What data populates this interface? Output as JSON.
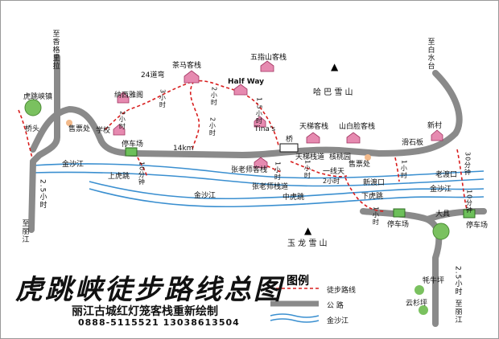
{
  "title": "虎跳峡徒步路线总图",
  "credit": "丽江古城红灯笼客栈重新绘制",
  "phones": "0888-5115521   13038613504",
  "legend": {
    "title": "图例",
    "trail": "徒步路线",
    "road": "公 路",
    "river": "金沙江"
  },
  "colors": {
    "trail": "#d81e1e",
    "road": "#8a8a8a",
    "river": "#3a8fd0",
    "parking": "#6dc05a",
    "guesthouse": "#e68ab0"
  },
  "labels": {
    "shangrila": "至香格里拉",
    "hutiao_town": "虎跳峡镇",
    "qiaotou": "桥头",
    "school": "学校",
    "ticket1": "售票处",
    "parking1": "停车场",
    "naxi": "纳西雅阁",
    "bend24": "24道弯",
    "chama": "茶马客栈",
    "halfway": "Half Way",
    "wuzhishan": "五指山客栈",
    "tinas": "Tina's",
    "bridge": "桥",
    "haba": "哈 巴 雪 山",
    "tianti": "天梯客栈",
    "shanbailian": "山白脸客栈",
    "xincun": "新村",
    "to_baishui": "至白水台",
    "huashiban": "滑石板",
    "km14": "14km",
    "zhang_house": "张老师客栈",
    "tianti_road": "天梯栈道",
    "hetaoyuan": "核桃园",
    "yixiantian": "一线天",
    "ticket2": "售票处",
    "jinshajiang1": "金沙江",
    "shanghutiao": "上虎跳",
    "to_lijiang_left": "至丽江",
    "km25_left": "2.5小时",
    "jinshajiang2": "金沙江",
    "zhang_trail": "张老师栈道",
    "zhonghutiao": "中虎跳",
    "xinduk": "新渡口",
    "laoduk": "老渡口",
    "jinshajiang3": "金沙江",
    "xiahutiao": "下虎跳",
    "daju": "大具",
    "parking2": "停车场",
    "parking3": "停车场",
    "yulong": "玉 龙 雪 山",
    "maoniuping": "牦牛坪",
    "yunshanping": "云杉坪",
    "km25_right": "2.5小时",
    "to_lijiang_right": "至丽江",
    "h2_a": "2小时",
    "h3": "3小时",
    "h2_b": "2小时",
    "h15": "1.5小时",
    "h2_c": "2小时",
    "h1_a": "1小时",
    "h2_d": "2小时",
    "h1_b": "1小时",
    "h10m_a": "10分钟",
    "h1_c": "1小时",
    "h1_d": "1小时",
    "h30m": "30分钟",
    "h10m_b": "10分钟"
  }
}
